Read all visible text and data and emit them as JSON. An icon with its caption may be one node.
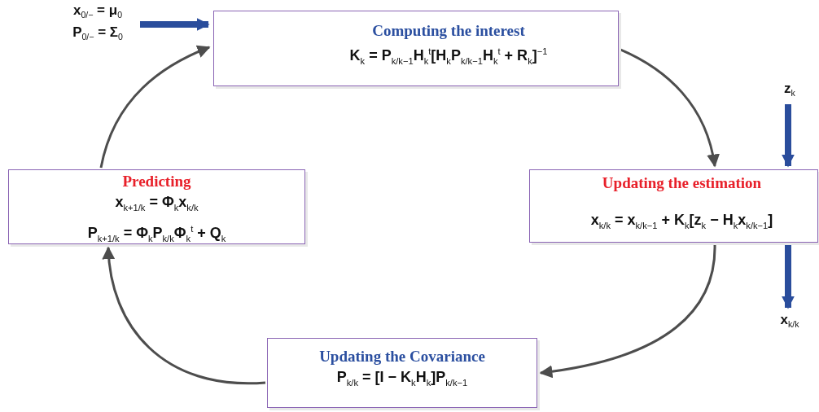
{
  "diagram": {
    "nodes": [
      {
        "text": [
          "x$_{0/−}$ = μ$_{0}$",
          "P$_{0/−}$ = Σ$_{0}$"
        ]
      },
      {
        "text": [
          "Computing the interest",
          "K$_{k}$ = P$_{k/k−1}$H$_{k}$$^{t}$[H$_{k}$P$_{k/k−1}$H$_{k}$$^{t}$ + R$_{k}$]$^{−1}$"
        ]
      },
      {
        "text": [
          "z$_{k}$"
        ]
      },
      {
        "text": [
          "Updating the estimation",
          "x$_{k/k}$ = x$_{k/k−1}$ + K$_{k}$[z$_{k}$ − H$_{k}$x$_{k/k−1}$]"
        ]
      },
      {
        "text": [
          "x$_{k/k}$"
        ]
      },
      {
        "text": [
          "Updating the Covariance",
          "P$_{k/k}$ = [I − K$_{k}$H$_{k}$]P$_{k/k−1}$"
        ]
      },
      {
        "text": [
          "Predicting",
          "x$_{k+1/k}$ = Φ$_{k}$x$_{k/k}$",
          "P$_{k+1/k}$ = Φ$_{k}$P$_{k/k}$Φ$_{k}$$^{t}$ + Q$_{k}$"
        ]
      }
    ],
    "edges": [
      {
        "from": 0,
        "to": 1,
        "arrow": "to",
        "style": "thick",
        "color": "#2a4d9c"
      },
      {
        "from": 1,
        "to": 3,
        "arrow": "to"
      },
      {
        "from": 2,
        "to": 3,
        "arrow": "to",
        "style": "thick",
        "color": "#2a4d9c"
      },
      {
        "from": 3,
        "to": 4,
        "arrow": "to",
        "style": "thick",
        "color": "#2a4d9c"
      },
      {
        "from": 3,
        "to": 5,
        "arrow": "to"
      },
      {
        "from": 5,
        "to": 6,
        "arrow": "to"
      },
      {
        "from": 6,
        "to": 1,
        "arrow": "to"
      }
    ]
  }
}
